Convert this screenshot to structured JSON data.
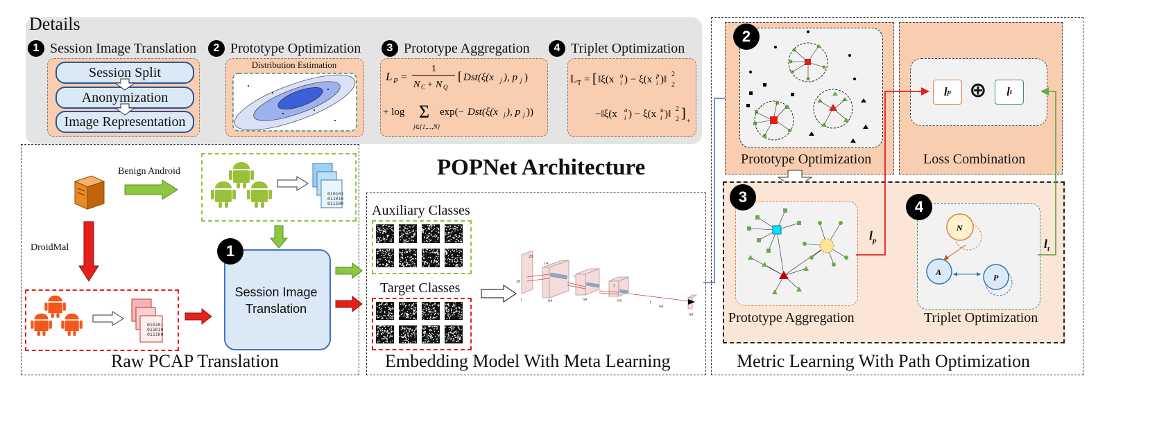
{
  "title": "POPNet Architecture",
  "details": {
    "heading": "Details",
    "steps": [
      {
        "num": "1",
        "label": "Session Image Translation"
      },
      {
        "num": "2",
        "label": "Prototype Optimization"
      },
      {
        "num": "3",
        "label": "Prototype Aggregation"
      },
      {
        "num": "4",
        "label": "Triplet Optimization"
      }
    ],
    "translation_steps": [
      "Session Split",
      "Anonymization",
      "Image Representation"
    ],
    "distribution_label": "Distribution Estimation",
    "eq_aggregation": {
      "lhs": "L",
      "lhs_sub": "P",
      "line1": "= 1 / (N_C + N_Q) [ Dst( ξ(x_j), p_j ) ]",
      "line2": "+ log Σ_{j∈{1,…,N}} exp( −Dst( ξ(x_j), p_j ) )"
    },
    "eq_triplet": {
      "lhs": "L",
      "lhs_sub": "T",
      "line1": "= [ ‖ξ(x_i^a) − ξ(x_i^p)‖₂²",
      "line2": "− ‖ξ(x_i^a) − ξ(x_i^n)‖₂² ]₊"
    }
  },
  "raw": {
    "title": "Raw PCAP Translation",
    "benign_label": "Benign Android",
    "droidmal_label": "DroidMal",
    "session_box_num": "1",
    "session_box_label_1": "Session Image",
    "session_box_label_2": "Translation",
    "bytes_text": [
      "010101",
      "011010",
      "011100"
    ]
  },
  "embedding": {
    "title": "Embedding Model With Meta Learning",
    "aux_label": "Auxiliary Classes",
    "target_label": "Target Classes",
    "cnn_numbers": [
      "28",
      "28",
      "1",
      "14",
      "64",
      "7",
      "64",
      "3",
      "64",
      "1",
      "64",
      "64"
    ]
  },
  "metric": {
    "title": "Metric Learning With Path Optimization",
    "proto_opt": {
      "num": "2",
      "label": "Prototype Optimization"
    },
    "loss_comb": {
      "label": "Loss Combination",
      "lp": "l",
      "lp_sub": "p",
      "lt": "l",
      "lt_sub": "t",
      "plus": "⊕"
    },
    "proto_agg": {
      "num": "3",
      "label": "Prototype Aggregation"
    },
    "triplet": {
      "num": "4",
      "label": "Triplet Optimization",
      "n": "N",
      "a": "A",
      "p": "P"
    },
    "lp_arrow": "l",
    "lp_arrow_sub": "p",
    "lt_arrow": "l",
    "lt_arrow_sub": "t"
  },
  "colors": {
    "orange_fill": "#f9cdb0",
    "blue_box": "#dbe8f6",
    "green": "#7ab648",
    "red": "#e3201b",
    "gray_panel": "#e6e6e6"
  }
}
